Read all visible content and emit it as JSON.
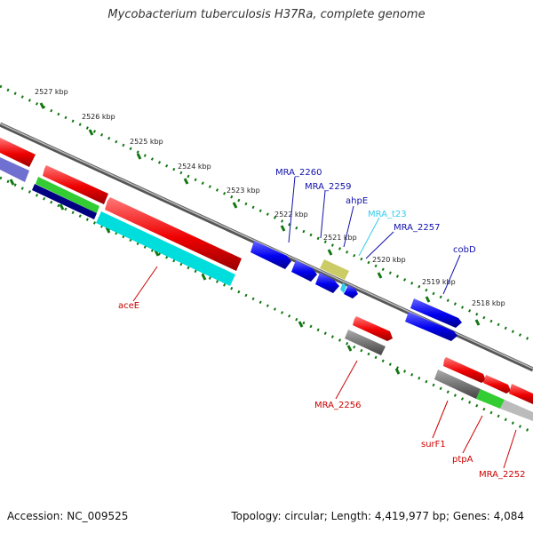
{
  "header": {
    "title": "Mycobacterium tuberculosis H37Ra, complete genome"
  },
  "footer": {
    "accession": "Accession: NC_009525",
    "summary": "Topology: circular; Length: 4,419,977 bp; Genes: 4,084"
  },
  "ruler": {
    "ticks": [
      "2527 kbp",
      "2526 kbp",
      "2525 kbp",
      "2524 kbp",
      "2523 kbp",
      "2522 kbp",
      "2521 kbp",
      "2520 kbp",
      "2519 kbp",
      "2518 kbp"
    ]
  },
  "legend_colors": {
    "cds_forward": "#0000ee",
    "cds_reverse": "#ee0000",
    "trna": "#33ccee",
    "rna": "#cccc66",
    "gc_high": "#33cc33",
    "gc_low": "#888888",
    "skew": "#00dddd",
    "skew_neg": "#000080",
    "misc": "#7070d0"
  },
  "labels": {
    "forward": [
      {
        "id": "mra2260",
        "text": "MRA_2260"
      },
      {
        "id": "mra2259",
        "text": "MRA_2259"
      },
      {
        "id": "ahpe",
        "text": "ahpE"
      },
      {
        "id": "mrat23",
        "text": "MRA_t23"
      },
      {
        "id": "mra2257",
        "text": "MRA_2257"
      },
      {
        "id": "cobd",
        "text": "cobD"
      }
    ],
    "reverse": [
      {
        "id": "acee",
        "text": "aceE"
      },
      {
        "id": "mra2256",
        "text": "MRA_2256"
      },
      {
        "id": "surf1",
        "text": "surF1"
      },
      {
        "id": "ptpa",
        "text": "ptpA"
      },
      {
        "id": "mra2252",
        "text": "MRA_2252"
      }
    ]
  }
}
